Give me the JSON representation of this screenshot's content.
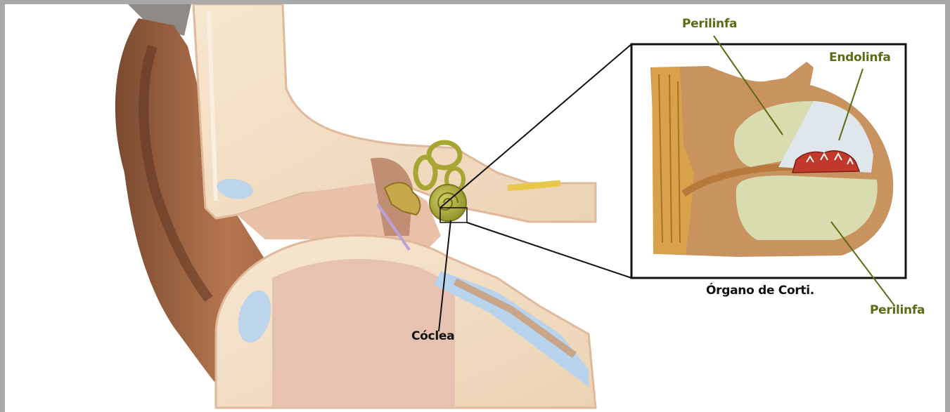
{
  "labels": {
    "perilinfa_top": "Perilinfa",
    "endolinfa": "Endolinfa",
    "organo": "Órgano de Corti.",
    "perilinfa_bottom": "Perilinfa",
    "coclea": "Cóclea"
  },
  "colors": {
    "label_green": "#5e6a14",
    "label_black": "#111111",
    "skin": "#b5764f",
    "bone": "#f3dfc4",
    "cochlea": "#a8a832",
    "perilymph": "#d9dcae",
    "endolymph": "#d8e2ea",
    "corti": "#c0392b"
  }
}
